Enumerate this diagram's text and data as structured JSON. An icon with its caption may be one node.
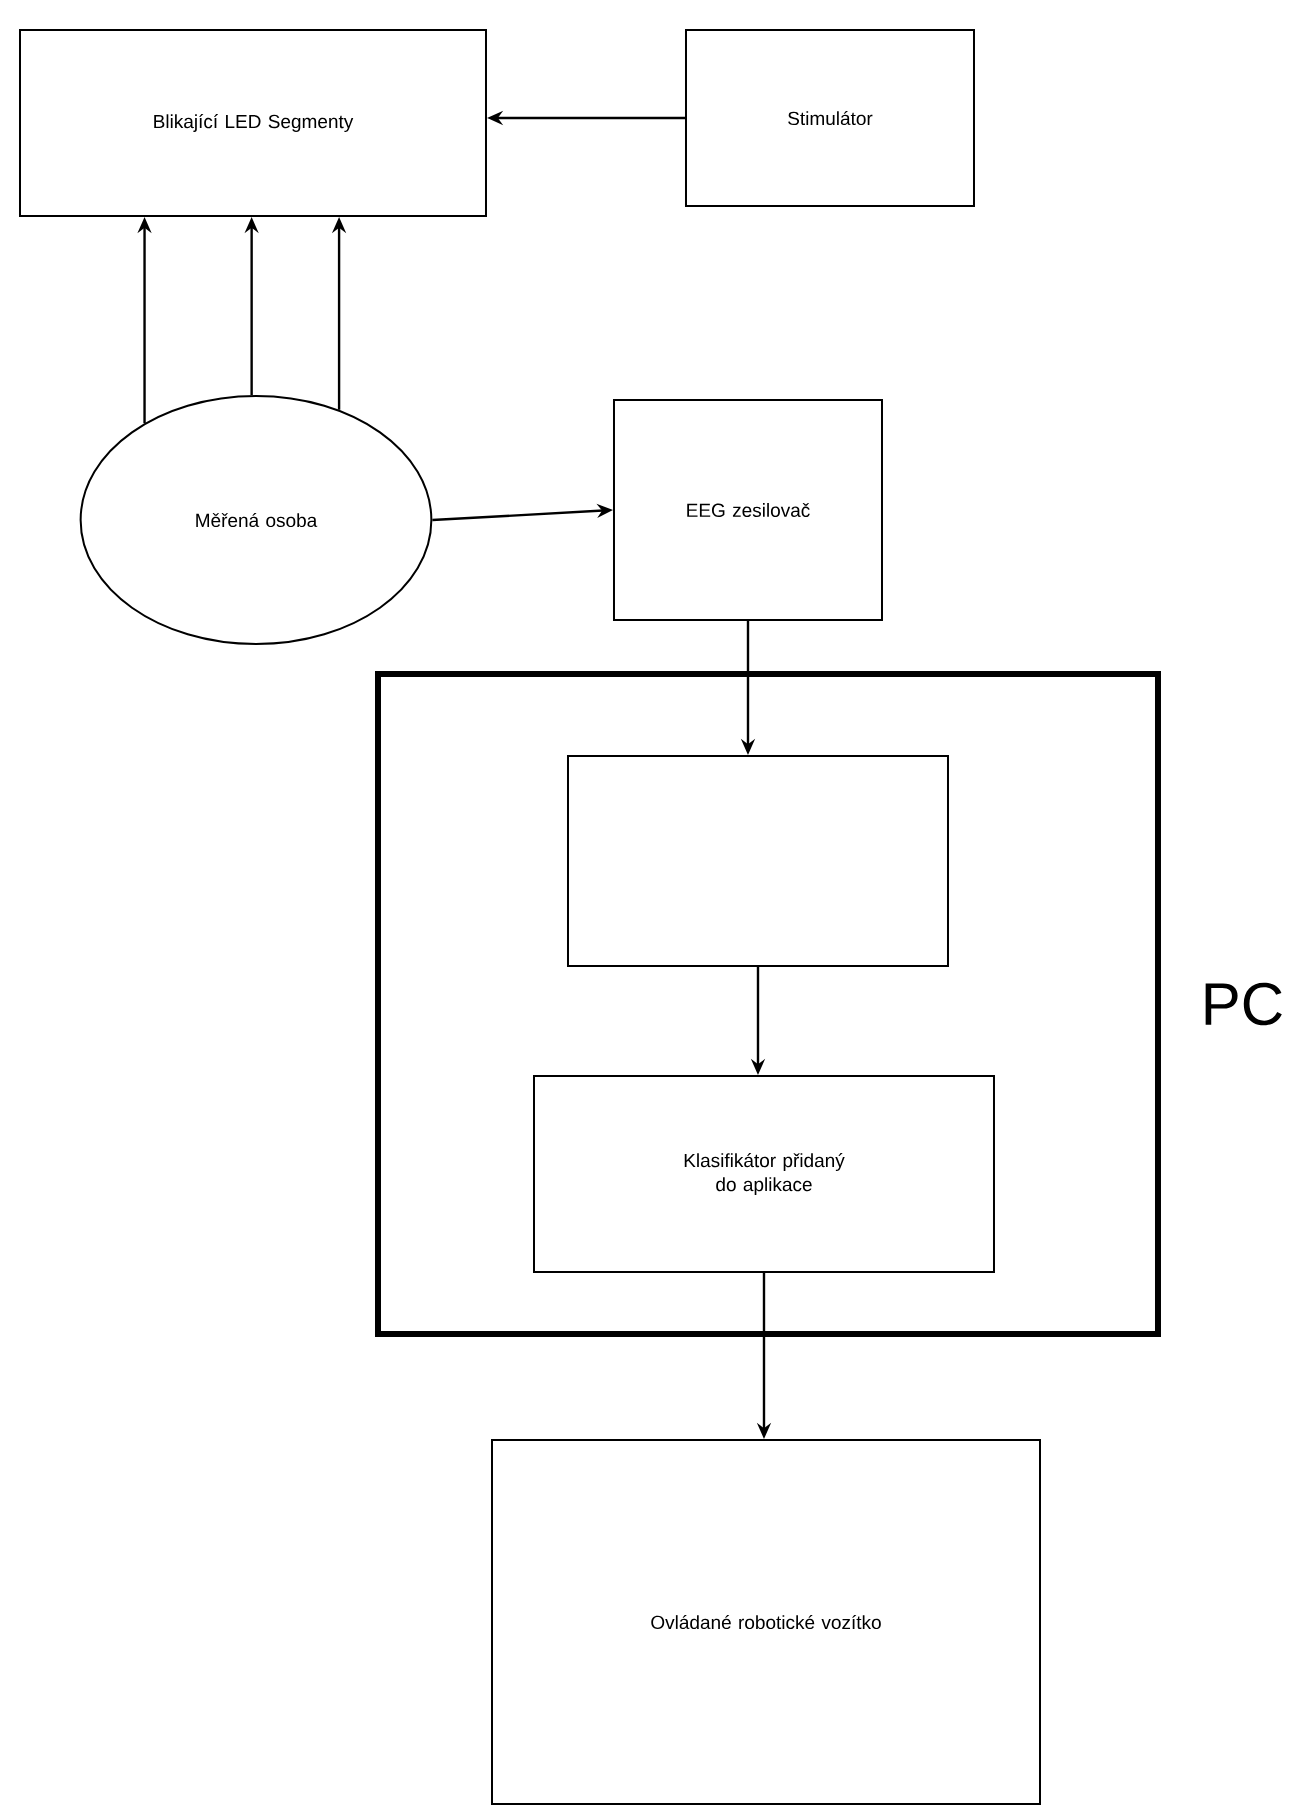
{
  "diagram": {
    "nodes": [
      {
        "text": [
          "Blikající LED Segmenty"
        ]
      },
      {
        "text": [
          "Stimulátor"
        ]
      },
      {
        "text": [
          "Měřená osoba"
        ]
      },
      {
        "text": [
          "EEG zesilovač"
        ]
      },
      {
        "text": [
          "PC"
        ]
      },
      {
        "text": [],
        "shape": "box",
        "in": 4
      },
      {
        "text": [
          "Klasifikátor přidaný do aplikace"
        ],
        "in": 4
      },
      {
        "text": [
          "Ovládané robotické vozítko"
        ]
      }
    ],
    "edges": [
      {
        "from": 1,
        "to": 0,
        "arrow": "to"
      },
      {
        "from": 2,
        "to": 0,
        "arrow": "to"
      },
      {
        "from": 2,
        "to": 0,
        "arrow": "to"
      },
      {
        "from": 2,
        "to": 0,
        "arrow": "to"
      },
      {
        "from": 2,
        "to": 3,
        "arrow": "to"
      },
      {
        "from": 3,
        "to": 5,
        "arrow": "to"
      },
      {
        "from": 5,
        "to": 6,
        "arrow": "to"
      },
      {
        "from": 6,
        "to": 7,
        "arrow": "to"
      }
    ]
  }
}
